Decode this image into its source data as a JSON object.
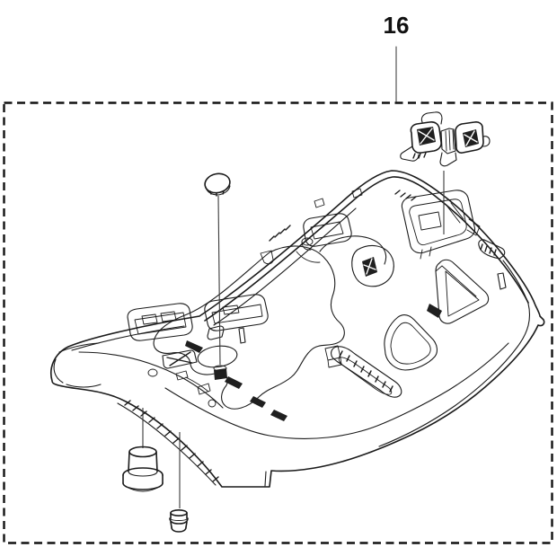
{
  "figure": {
    "part_label": "16"
  },
  "drawing": {
    "parts": [
      {
        "id": "top-cover-body",
        "name": "mower top cover body"
      },
      {
        "id": "round-cap",
        "name": "round rubber cap"
      },
      {
        "id": "connector-assembly",
        "name": "connector assembly"
      },
      {
        "id": "stepped-cap",
        "name": "stepped cover cap"
      },
      {
        "id": "small-plug",
        "name": "small rubber plug"
      }
    ]
  },
  "colors": {
    "line": "#1b1b1b",
    "background": "#ffffff",
    "frame": "#111111"
  }
}
